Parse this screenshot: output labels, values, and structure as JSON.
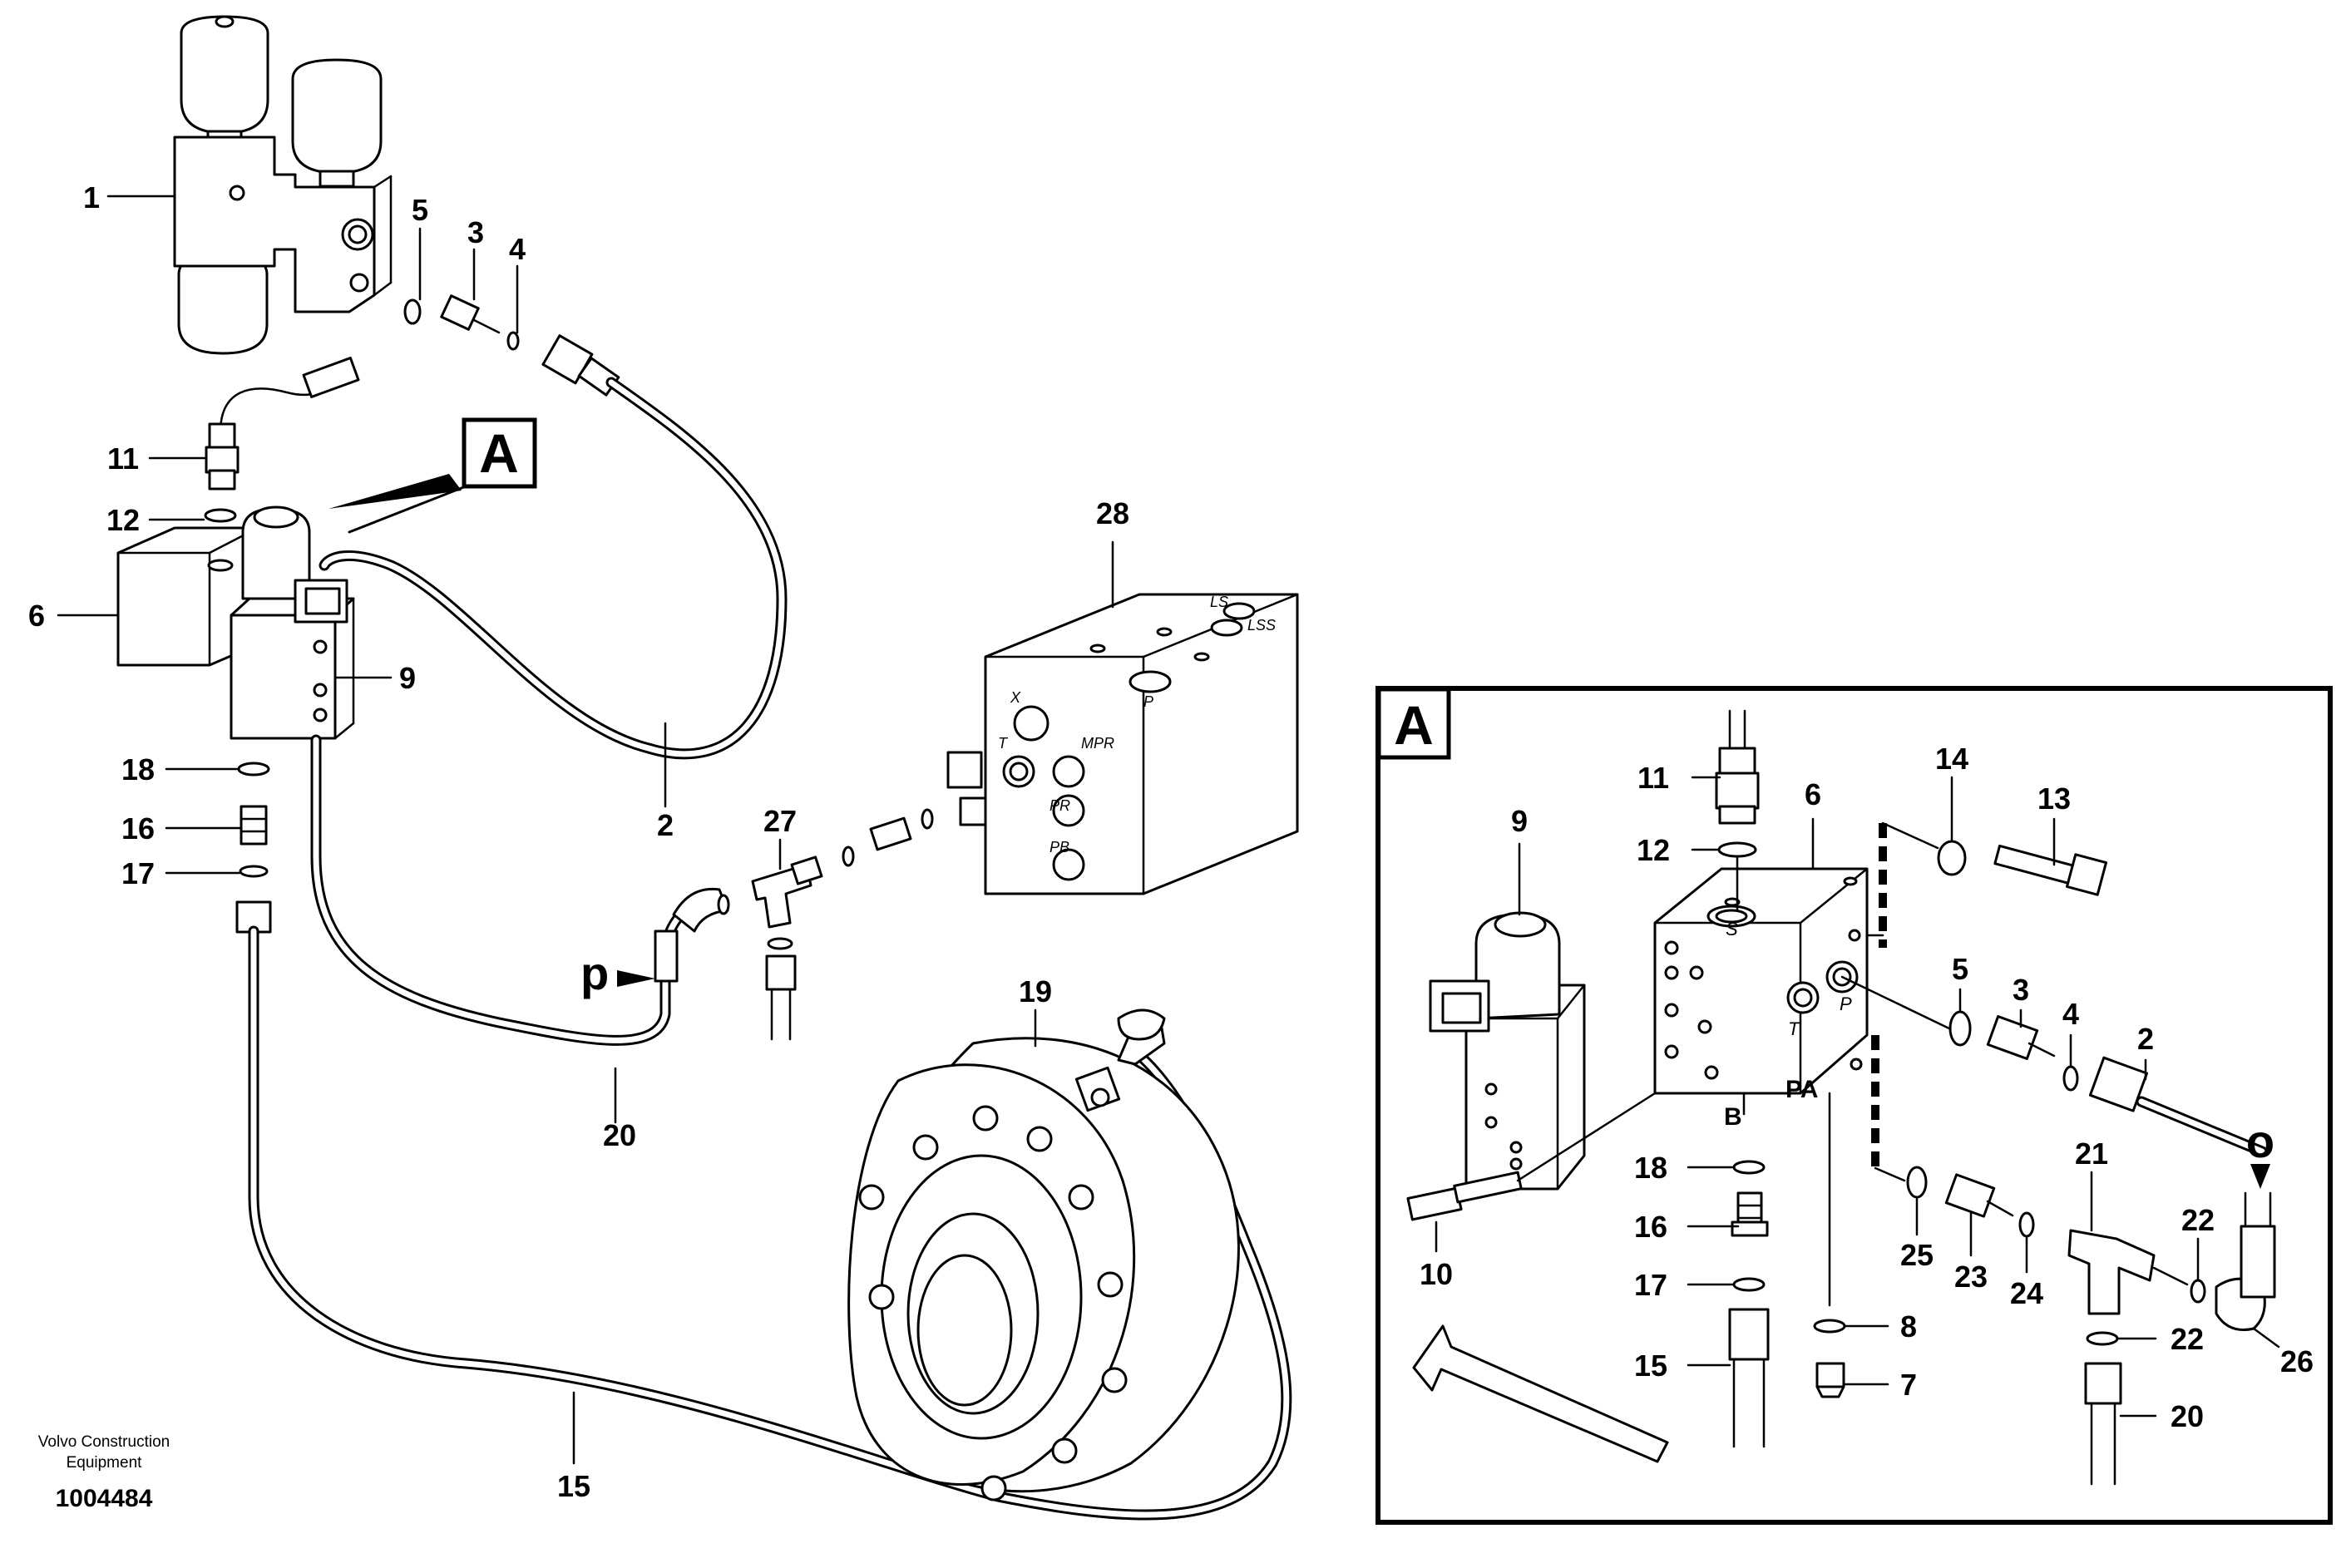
{
  "diagram": {
    "overview_callouts": {
      "c1": "1",
      "c5": "5",
      "c3": "3",
      "c4": "4",
      "c11": "11",
      "c12": "12",
      "c6": "6",
      "c9": "9",
      "c2": "2",
      "c28": "28",
      "c18": "18",
      "c16": "16",
      "c17": "17",
      "c27": "27",
      "c19": "19",
      "c20": "20",
      "c15": "15"
    },
    "detail_callouts": {
      "c9": "9",
      "c11": "11",
      "c6": "6",
      "c14": "14",
      "c13": "13",
      "c12": "12",
      "c5": "5",
      "c3": "3",
      "c4": "4",
      "c2": "2",
      "c18": "18",
      "c16": "16",
      "c10": "10",
      "c17": "17",
      "c15": "15",
      "c21": "21",
      "c22a": "22",
      "c22b": "22",
      "c25": "25",
      "c23": "23",
      "c24": "24",
      "c8": "8",
      "c7": "7",
      "c20": "20",
      "c26": "26"
    },
    "view_marker": "A",
    "detail_marker": "A",
    "port_labels": {
      "p": "p",
      "o": "o",
      "b": "B",
      "pa": "PA"
    },
    "block_markings": {
      "ls": "LS",
      "lss": "LSS",
      "p": "P",
      "x": "X",
      "t": "T",
      "mpr": "MPR",
      "pr": "PR",
      "pb": "PB",
      "s": "S",
      "t2": "T",
      "p2": "P"
    },
    "credit_line1": "Volvo Construction",
    "credit_line2": "Equipment",
    "doc_number": "1004484"
  }
}
